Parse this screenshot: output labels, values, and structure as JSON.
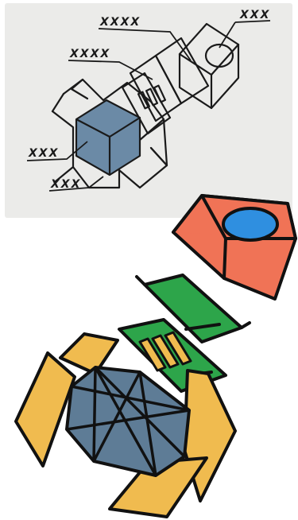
{
  "sketch": {
    "labels": [
      "XXXX",
      "XXX",
      "XXXX",
      "XXX",
      "XXX"
    ]
  },
  "colors": {
    "sketch_background": "#ebebe9",
    "sketch_line": "#1a1a1a",
    "sketch_cube_face": "#6b8aa6",
    "cap_block": "#f07356",
    "cap_port": "#2f8fe0",
    "green_board": "#2da54a",
    "chip_pads": "#f0bb4f",
    "core_cube": "#5e7c96",
    "side_panels": "#f0bb4f",
    "outline": "#111111"
  }
}
